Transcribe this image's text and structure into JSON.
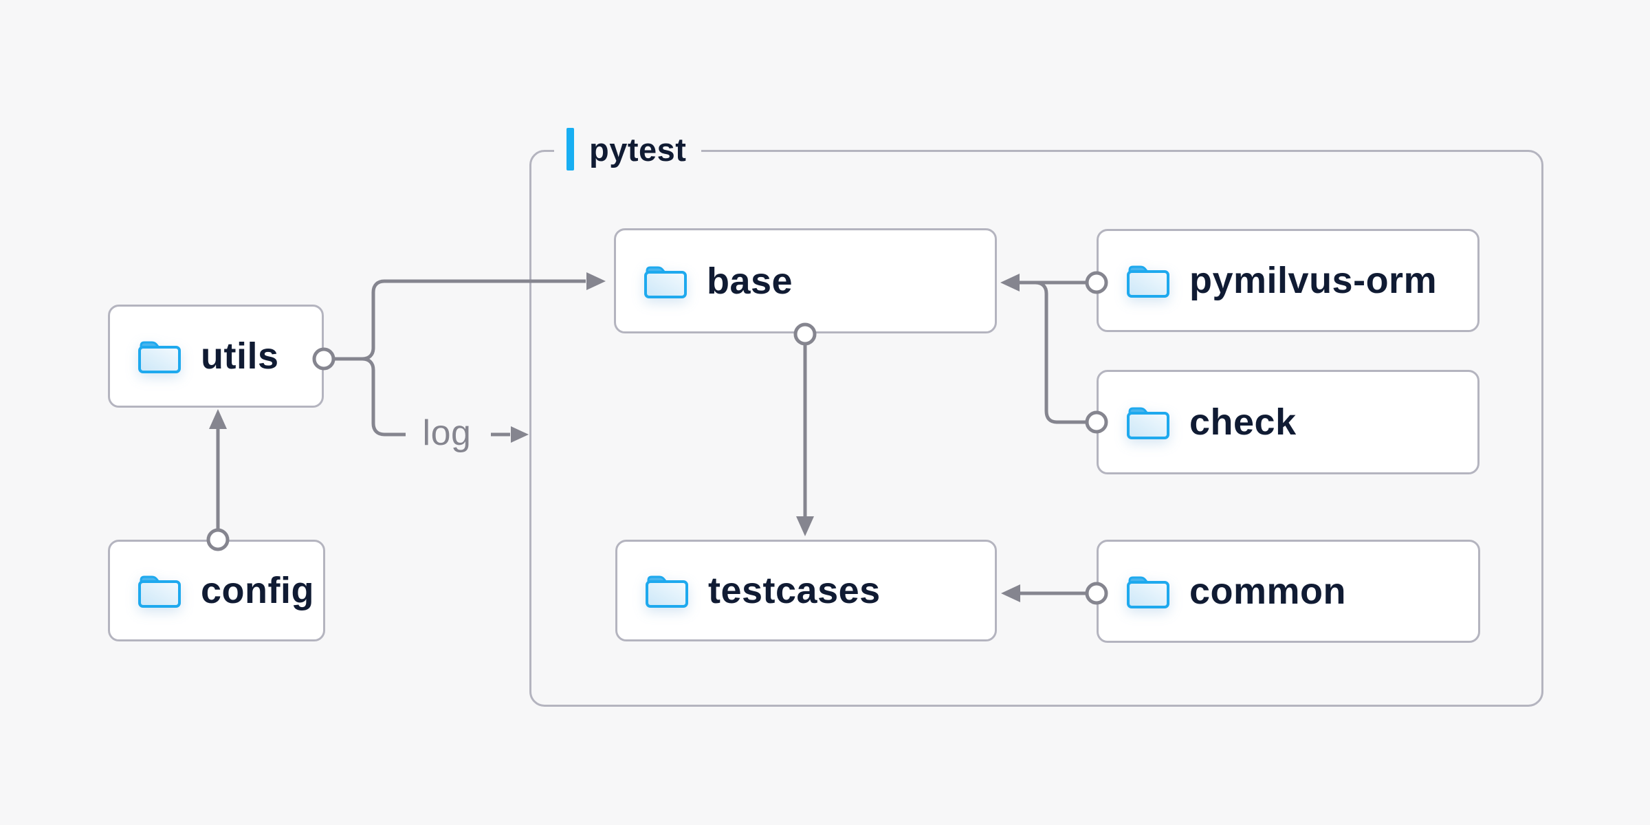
{
  "page": {
    "background": "#f7f7f8"
  },
  "diagram": {
    "group": {
      "label": "pytest",
      "accent_color": "#18aef2"
    },
    "nodes": [
      {
        "id": "utils",
        "label": "utils",
        "icon": "folder-icon"
      },
      {
        "id": "config",
        "label": "config",
        "icon": "folder-icon"
      },
      {
        "id": "base",
        "label": "base",
        "icon": "folder-icon"
      },
      {
        "id": "testcases",
        "label": "testcases",
        "icon": "folder-icon"
      },
      {
        "id": "pymilvus-orm",
        "label": "pymilvus-orm",
        "icon": "folder-icon"
      },
      {
        "id": "check",
        "label": "check",
        "icon": "folder-icon"
      },
      {
        "id": "common",
        "label": "common",
        "icon": "folder-icon"
      }
    ],
    "edges": [
      {
        "from": "config",
        "to": "utils",
        "label": ""
      },
      {
        "from": "utils",
        "to": "base",
        "label": ""
      },
      {
        "from": "utils",
        "to": "pytest-group",
        "label": "log"
      },
      {
        "from": "pymilvus-orm",
        "to": "base",
        "label": ""
      },
      {
        "from": "check",
        "to": "base",
        "label": ""
      },
      {
        "from": "base",
        "to": "testcases",
        "label": ""
      },
      {
        "from": "common",
        "to": "testcases",
        "label": ""
      }
    ],
    "colors": {
      "node_background": "#ffffff",
      "node_border": "#b4b4bf",
      "node_text": "#101b33",
      "edge": "#85858f",
      "edge_label_text": "#85858f",
      "folder_blue": "#1ea9ee"
    }
  }
}
